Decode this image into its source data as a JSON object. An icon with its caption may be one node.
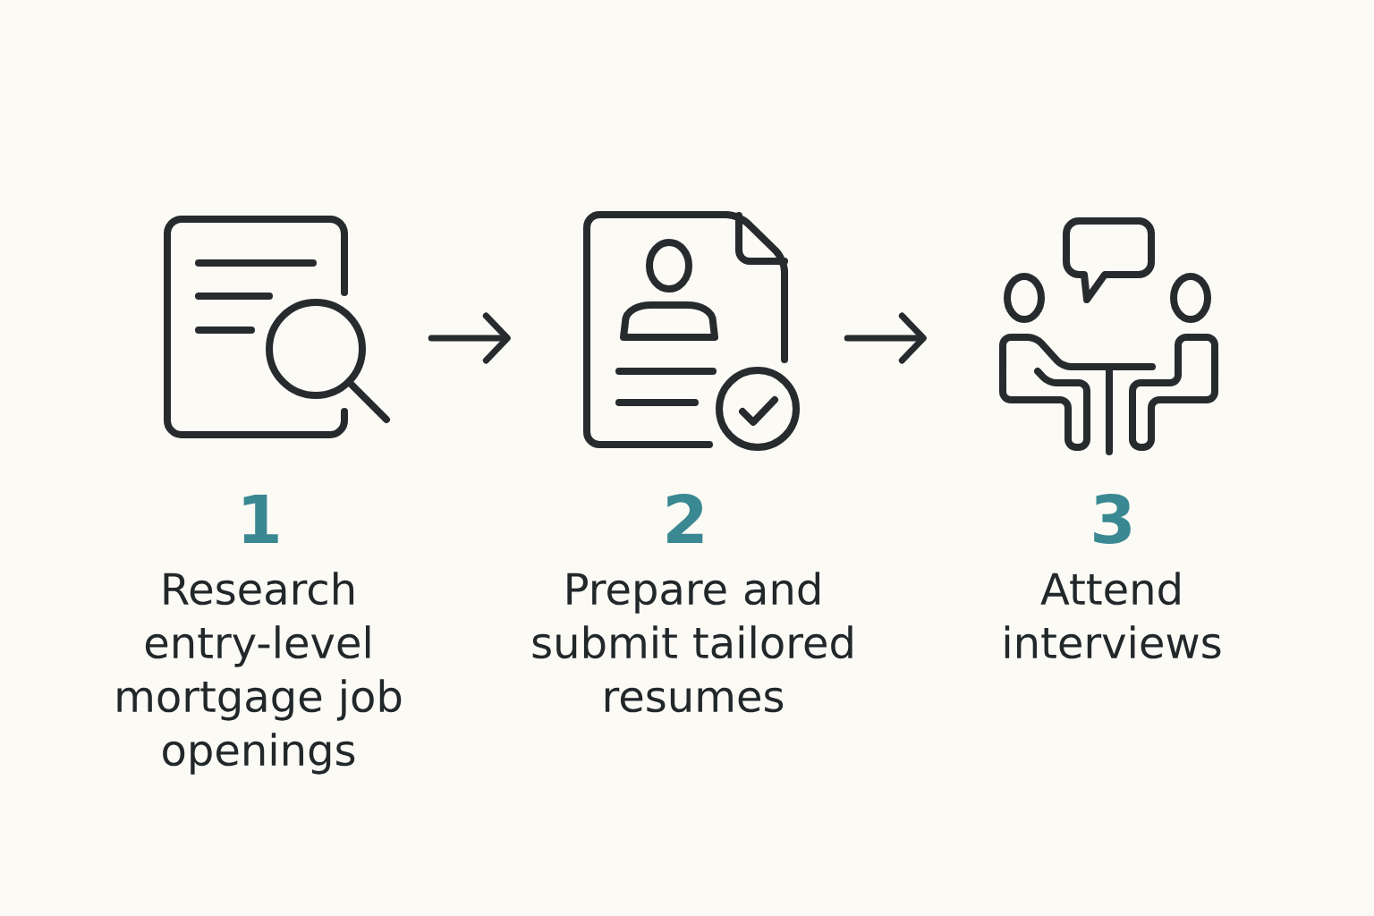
{
  "diagram": {
    "nodes": [
      {
        "text": [],
        "shape": "picture",
        "beside": [
          "1",
          "Research entry-level mortgage job openings"
        ]
      },
      {
        "text": [],
        "shape": "picture",
        "beside": [
          "2",
          "Prepare and submit tailored resumes"
        ]
      },
      {
        "text": [],
        "shape": "picture",
        "beside": [
          "3",
          "Attend interviews"
        ]
      }
    ],
    "edges": [
      {
        "from": 0,
        "to": 1,
        "arrow": "to"
      },
      {
        "from": 1,
        "to": 2,
        "arrow": "to"
      }
    ]
  }
}
